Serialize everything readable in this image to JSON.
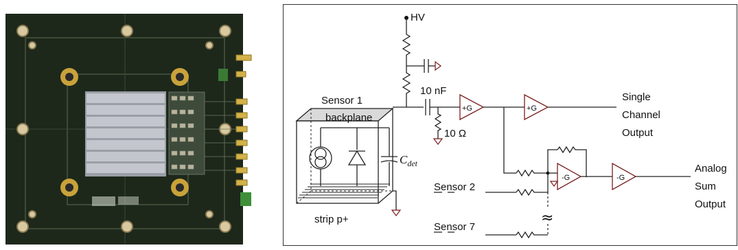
{
  "labels": {
    "hv": "HV",
    "cap_10nf": "10 nF",
    "res_10ohm": "10 Ω",
    "sensor1": "Sensor 1",
    "backplane": "backplane",
    "strip": "strip p+",
    "cdet_main": "C",
    "cdet_sub": "det",
    "single": "Single",
    "channel": "Channel",
    "output1": "Output",
    "analog": "Analog",
    "sum": "Sum",
    "output2": "Output",
    "sensor2": "Sensor 2",
    "sensor7": "Sensor 7",
    "tilde": "≈"
  },
  "amplifiers": {
    "amp1": "+G",
    "amp2": "+G",
    "amp3": "-G",
    "amp4": "-G"
  },
  "colors": {
    "board": "#1f2a1d",
    "gold": "#c8a23a",
    "amp_stroke": "#7a1e1e"
  }
}
